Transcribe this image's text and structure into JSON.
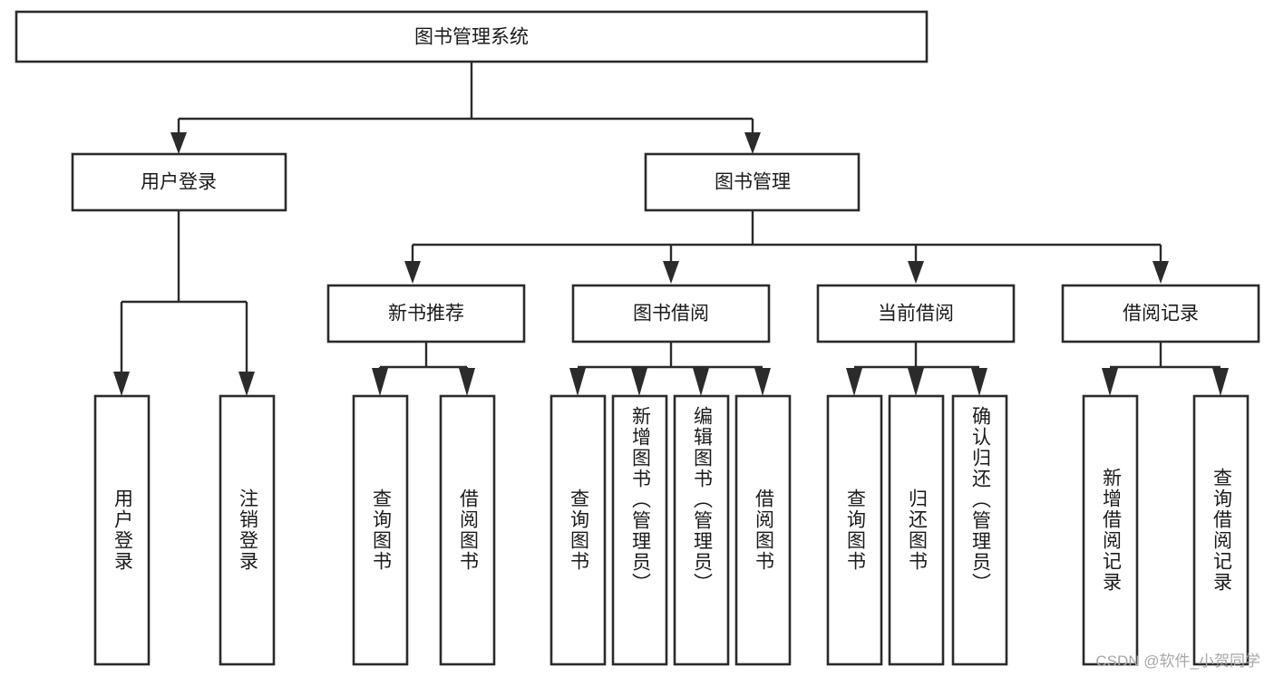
{
  "diagram": {
    "type": "tree-hierarchy-chart",
    "title": "图书管理系统",
    "orientation": "top-down",
    "colors": {
      "box_stroke": "#2b2b2b",
      "box_fill": "#ffffff",
      "connector": "#2b2b2b",
      "text": "#1a1a1a",
      "watermark": "#a8a8a8",
      "background": "#ffffff"
    },
    "levels": {
      "root": {
        "label": "图书管理系统"
      },
      "level2": [
        {
          "id": "user-login",
          "label": "用户登录"
        },
        {
          "id": "book-management",
          "label": "图书管理"
        }
      ],
      "level3": [
        {
          "id": "new-book-recommend",
          "label": "新书推荐",
          "parent": "book-management"
        },
        {
          "id": "book-borrow",
          "label": "图书借阅",
          "parent": "book-management"
        },
        {
          "id": "current-borrow",
          "label": "当前借阅",
          "parent": "book-management"
        },
        {
          "id": "borrow-record",
          "label": "借阅记录",
          "parent": "book-management"
        }
      ],
      "leaves": [
        {
          "id": "leaf-user-login",
          "label": "用户登录",
          "parent": "user-login"
        },
        {
          "id": "leaf-logout-login",
          "label": "注销登录",
          "parent": "user-login"
        },
        {
          "id": "leaf-query-book-1",
          "label": "查询图书",
          "parent": "new-book-recommend"
        },
        {
          "id": "leaf-borrow-book-1",
          "label": "借阅图书",
          "parent": "new-book-recommend"
        },
        {
          "id": "leaf-query-book-2",
          "label": "查询图书",
          "parent": "book-borrow"
        },
        {
          "id": "leaf-add-book",
          "label": "新增图书（管理员）",
          "parent": "book-borrow"
        },
        {
          "id": "leaf-edit-book",
          "label": "编辑图书（管理员）",
          "parent": "book-borrow"
        },
        {
          "id": "leaf-borrow-book-2",
          "label": "借阅图书",
          "parent": "book-borrow"
        },
        {
          "id": "leaf-query-book-3",
          "label": "查询图书",
          "parent": "current-borrow"
        },
        {
          "id": "leaf-return-book",
          "label": "归还图书",
          "parent": "current-borrow"
        },
        {
          "id": "leaf-confirm-return",
          "label": "确认归还（管理员）",
          "parent": "current-borrow"
        },
        {
          "id": "leaf-add-record",
          "label": "新增借阅记录",
          "parent": "borrow-record"
        },
        {
          "id": "leaf-query-record",
          "label": "查询借阅记录",
          "parent": "borrow-record"
        }
      ]
    },
    "watermark": "CSDN @软件_小贺同学"
  }
}
